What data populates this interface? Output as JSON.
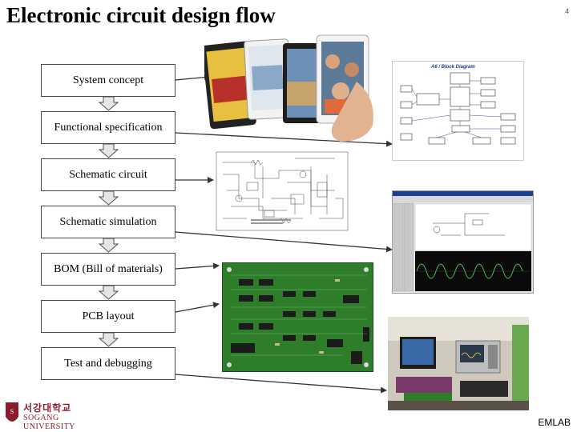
{
  "slide": {
    "title": "Electronic circuit design flow",
    "number": "4",
    "footer": "EMLAB"
  },
  "flow_steps": [
    "System concept",
    "Functional specification",
    "Schematic circuit",
    "Schematic simulation",
    "BOM (Bill of materials)",
    "PCB layout",
    "Test and debugging"
  ],
  "logo": {
    "korean": "서강대학교",
    "english": "SOGANG UNIVERSITY"
  },
  "images": {
    "tablets": "tablet-devices-photo",
    "block_diagram": "block-diagram-image",
    "schematic": "schematic-drawing-image",
    "simulation": "circuit-simulation-screenshot",
    "pcb": "pcb-board-photo",
    "lab": "test-bench-photo"
  },
  "block_diagram_title": "A6 / Block Diagram",
  "colors": {
    "box_border": "#4a4a4a",
    "flow_arrow_fill": "#e6e6e6",
    "flow_arrow_stroke": "#4d4d4d",
    "pcb_green": "#2f7a2a",
    "logo_red": "#8b1d2c"
  }
}
